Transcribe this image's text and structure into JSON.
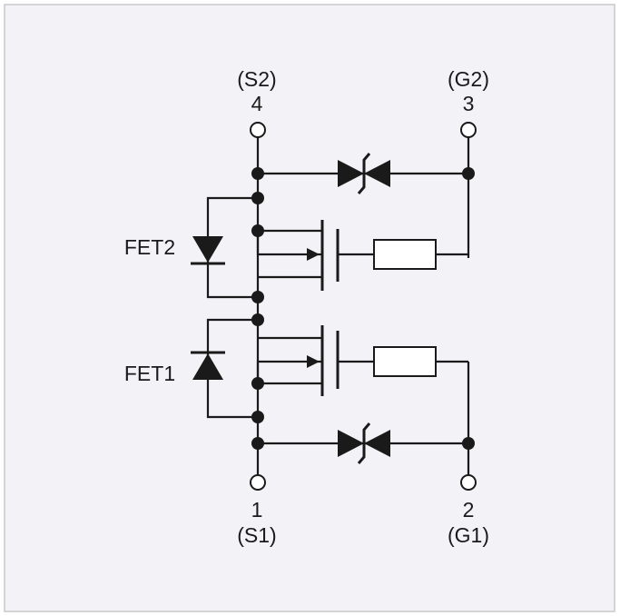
{
  "colors": {
    "background": "#f2f2f7",
    "frame": "#c8c8c8",
    "line": "#1a1a1a",
    "terminal_fill": "#ffffff"
  },
  "terminals": {
    "s2": {
      "pin": "4",
      "name": "(S2)"
    },
    "g2": {
      "pin": "3",
      "name": "(G2)"
    },
    "s1": {
      "pin": "1",
      "name": "(S1)"
    },
    "g1": {
      "pin": "2",
      "name": "(G1)"
    }
  },
  "fets": {
    "fet2": {
      "label": "FET2"
    },
    "fet1": {
      "label": "FET1"
    }
  }
}
